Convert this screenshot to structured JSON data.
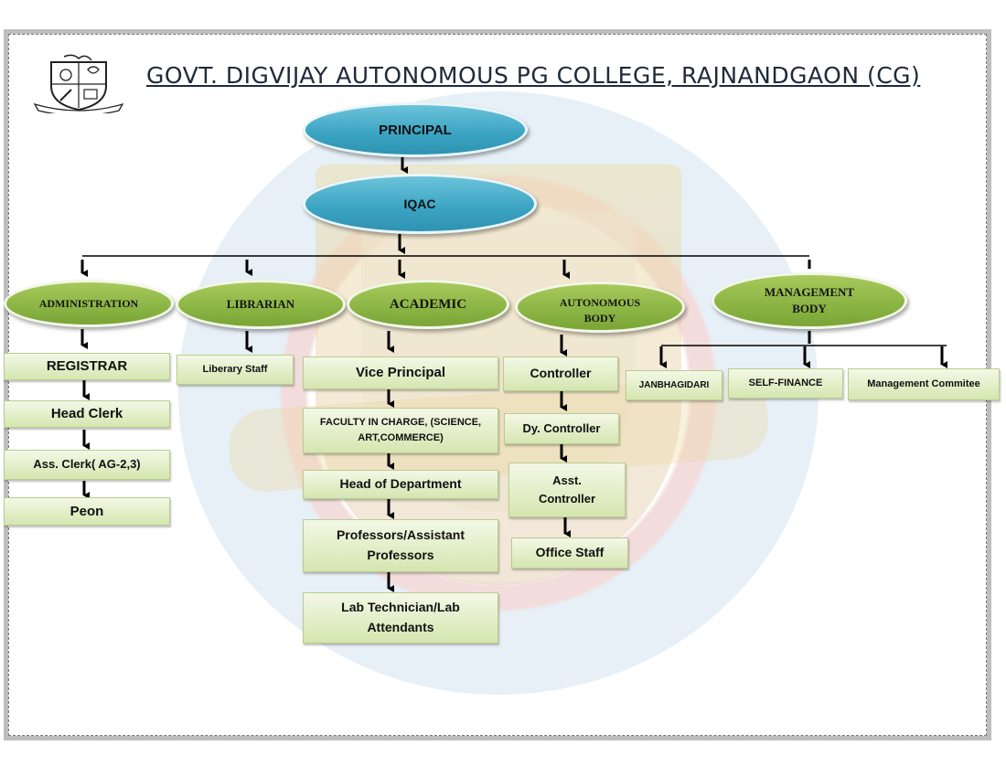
{
  "title": "GOVT. DIGVIJAY AUTONOMOUS PG COLLEGE, RAJNANDGAON (CG)",
  "nodes": {
    "principal": "PRINCIPAL",
    "iqac": "IQAC",
    "administration": "ADMINISTRATION",
    "librarian": "LIBRARIAN",
    "academic": "ACADEMIC",
    "autonomous_body": "AUTONOMOUS BODY",
    "management_body": "MANAGEMENT BODY"
  },
  "administration": [
    "REGISTRAR",
    "Head Clerk",
    "Ass. Clerk( AG-2,3)",
    "Peon"
  ],
  "librarian": [
    "Liberary Staff"
  ],
  "academic": [
    "Vice Principal",
    "FACULTY IN CHARGE, (SCIENCE, ART,COMMERCE)",
    "Head of Department",
    "Professors/Assistant Professors",
    "Lab Technician/Lab Attendants"
  ],
  "autonomous": [
    "Controller",
    "Dy. Controller",
    "Asst. Controller",
    "Office Staff"
  ],
  "management": [
    "JANBHAGIDARI",
    "SELF-FINANCE",
    "Management Commitee"
  ]
}
